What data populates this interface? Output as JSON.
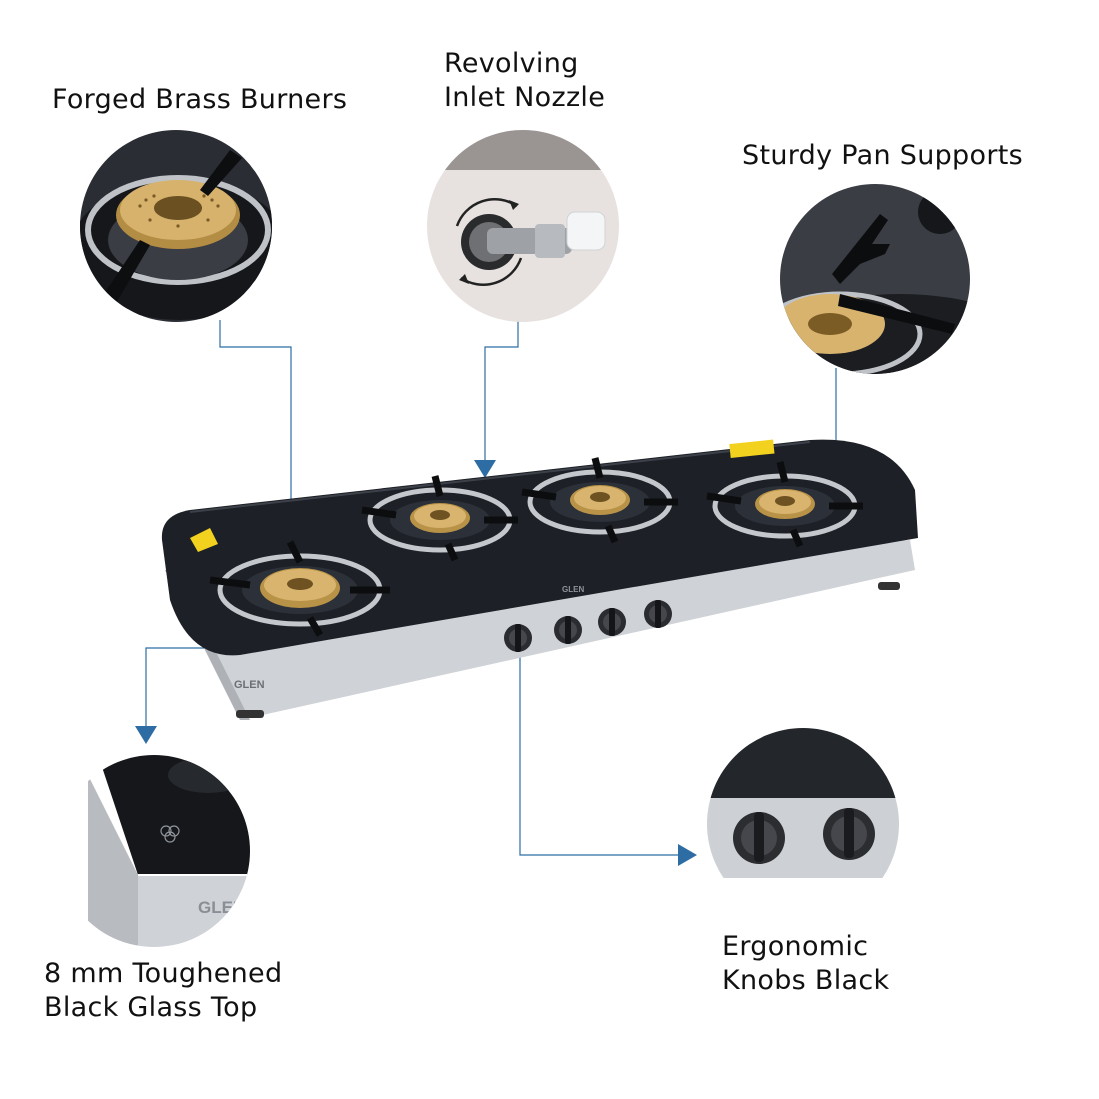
{
  "features": {
    "burners": {
      "lines": [
        "Forged Brass Burners"
      ]
    },
    "nozzle": {
      "lines": [
        "Revolving",
        "Inlet Nozzle"
      ]
    },
    "supports": {
      "lines": [
        "Sturdy Pan Supports"
      ]
    },
    "glass": {
      "lines": [
        "8 mm Toughened",
        "Black Glass Top"
      ]
    },
    "knobs": {
      "lines": [
        "Ergonomic",
        "Knobs Black"
      ]
    }
  },
  "product": {
    "brand_front": "GLEN",
    "brand_top": "GLEN"
  },
  "colors": {
    "accent_arrow": "#2e6da4",
    "brass": "#c9a15a",
    "glass": "#1d2026",
    "steel": "#c9ccd0"
  }
}
